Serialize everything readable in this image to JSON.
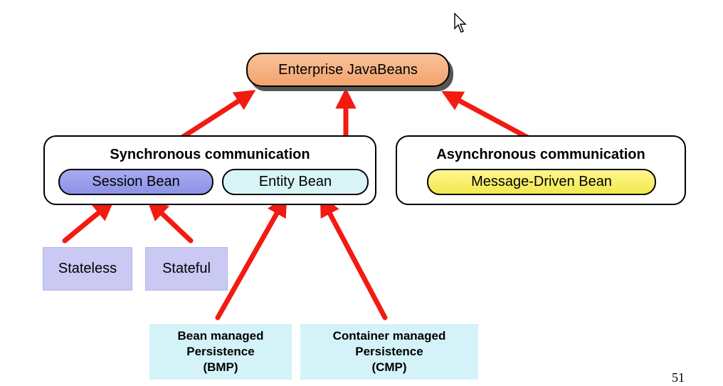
{
  "diagram": {
    "root": {
      "label": "Enterprise JavaBeans"
    },
    "groups": {
      "sync": {
        "title": "Synchronous communication"
      },
      "async": {
        "title": "Asynchronous communication"
      }
    },
    "beans": {
      "session": {
        "label": "Session Bean"
      },
      "entity": {
        "label": "Entity Bean"
      },
      "message_driven": {
        "label": "Message-Driven Bean"
      }
    },
    "session_types": {
      "stateless": {
        "label": "Stateless"
      },
      "stateful": {
        "label": "Stateful"
      }
    },
    "persistence": {
      "bmp": {
        "lines": [
          "Bean managed",
          "Persistence",
          "(BMP)"
        ]
      },
      "cmp": {
        "lines": [
          "Container managed",
          "Persistence",
          "(CMP)"
        ]
      }
    },
    "page_number": "51",
    "arrow_color": "#f21b12"
  },
  "colors": {
    "root_fill": "#f2a36d",
    "session_fill": "#8d92e6",
    "entity_fill": "#d9f4f7",
    "mdb_fill": "#f2e84d",
    "session_type_fill": "#c9c9f3",
    "persistence_fill": "#d4f3f8"
  },
  "icons": {
    "cursor": "mouse-pointer-icon"
  }
}
